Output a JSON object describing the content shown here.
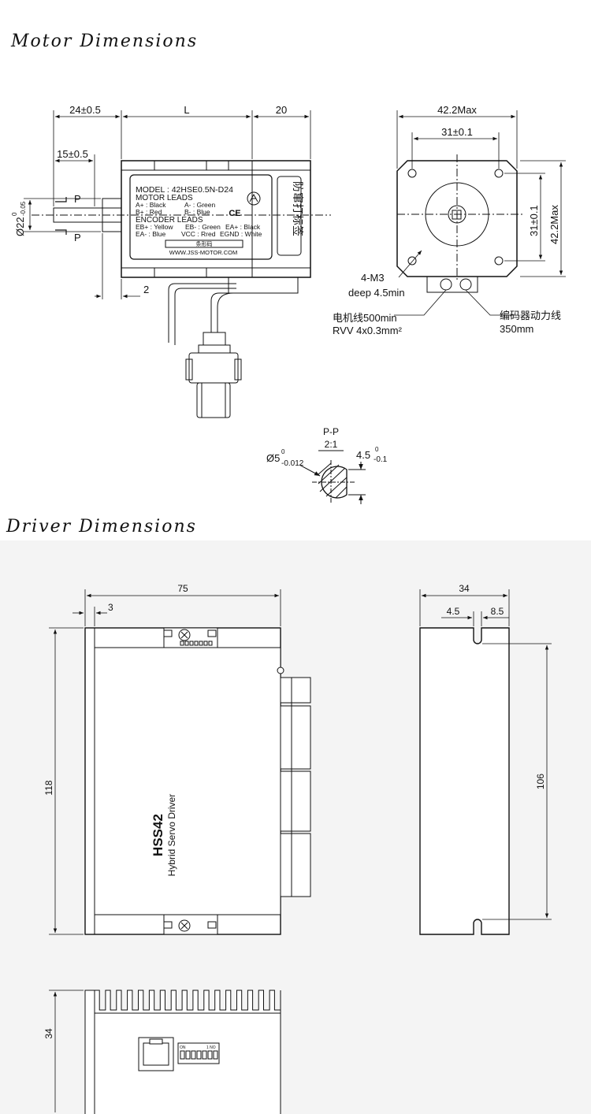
{
  "titles": {
    "motor": "Motor Dimensions",
    "driver": "Driver Dimensions"
  },
  "motor_side": {
    "dim_shaft_length": "24±0.5",
    "dim_body": "L",
    "dim_rear": "20",
    "dim_flat": "15±0.5",
    "dim_boss_dia": "Ø22",
    "dim_boss_tol_upper": "0",
    "dim_boss_tol_lower": "-0.05",
    "dim_flange": "2",
    "section_mark": "P"
  },
  "label": {
    "model": "MODEL : 42HSE0.5N-D24",
    "motor_leads": "MOTOR LEADS",
    "a_plus": "A+ : Black",
    "a_minus": "A- : Green",
    "b_plus": "B+ : Red",
    "b_minus": "B- : Blue",
    "encoder_leads": "ENCODER LEADS",
    "eb_plus": "EB+ : Yellow",
    "eb_minus": "EB- : Green",
    "ea_plus": "EA+ : Black",
    "ea_minus": "EA- : Blue",
    "vcc": "VCC : Rred",
    "egnd": "EGND : White",
    "barcode": "条形码",
    "website": "WWW.JSS-MOTOR.COM",
    "ce": "CE",
    "anti_counterfeit": "防窜打标签"
  },
  "motor_front": {
    "dim_max_width": "42.2Max",
    "dim_hole_spacing": "31±0.1",
    "dim_hole_spacing_v": "31±0.1",
    "dim_max_height": "42.2Max",
    "holes_label": "4-M3",
    "holes_depth": "deep 4.5min",
    "motor_cable": "电机线500min",
    "motor_cable_spec": "RVV 4x0.3mm²",
    "encoder_cable": "编码器动力线",
    "encoder_cable_len": "350mm"
  },
  "section_pp": {
    "title": "P-P",
    "scale": "2:1",
    "dia": "Ø5",
    "dia_tol_upper": "0",
    "dia_tol_lower": "-0.012",
    "flat": "4.5",
    "flat_tol_upper": "0",
    "flat_tol_lower": "-0.1"
  },
  "driver_front": {
    "dim_width": "75",
    "dim_flange": "3",
    "dim_height": "118",
    "model": "HSS42",
    "subtitle": "Hybrid Servo Driver"
  },
  "driver_side": {
    "dim_depth": "34",
    "dim_slot_left": "4.5",
    "dim_slot_right": "8.5",
    "dim_hole_pitch": "106"
  },
  "driver_bottom": {
    "dim_height": "34",
    "switch_left": "ON",
    "switch_right": "1 NO"
  },
  "colors": {
    "line": "#111111",
    "driver_background": "#f4f4f4",
    "driver_fill": "#ffffff"
  }
}
